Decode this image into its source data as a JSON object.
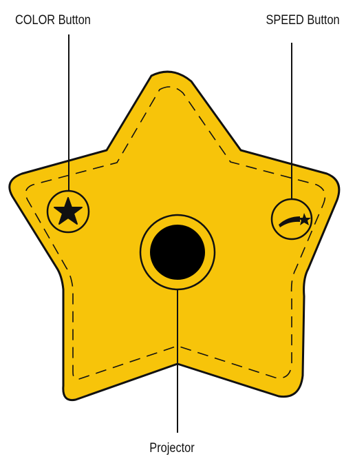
{
  "labels": {
    "color_button": "COLOR Button",
    "speed_button": "SPEED Button",
    "projector": "Projector"
  },
  "colors": {
    "star_fill": "#f7c40a",
    "outline": "#111111",
    "lens": "#000000"
  },
  "icons": {
    "color_button": "star-icon",
    "speed_button": "shooting-star-icon"
  }
}
